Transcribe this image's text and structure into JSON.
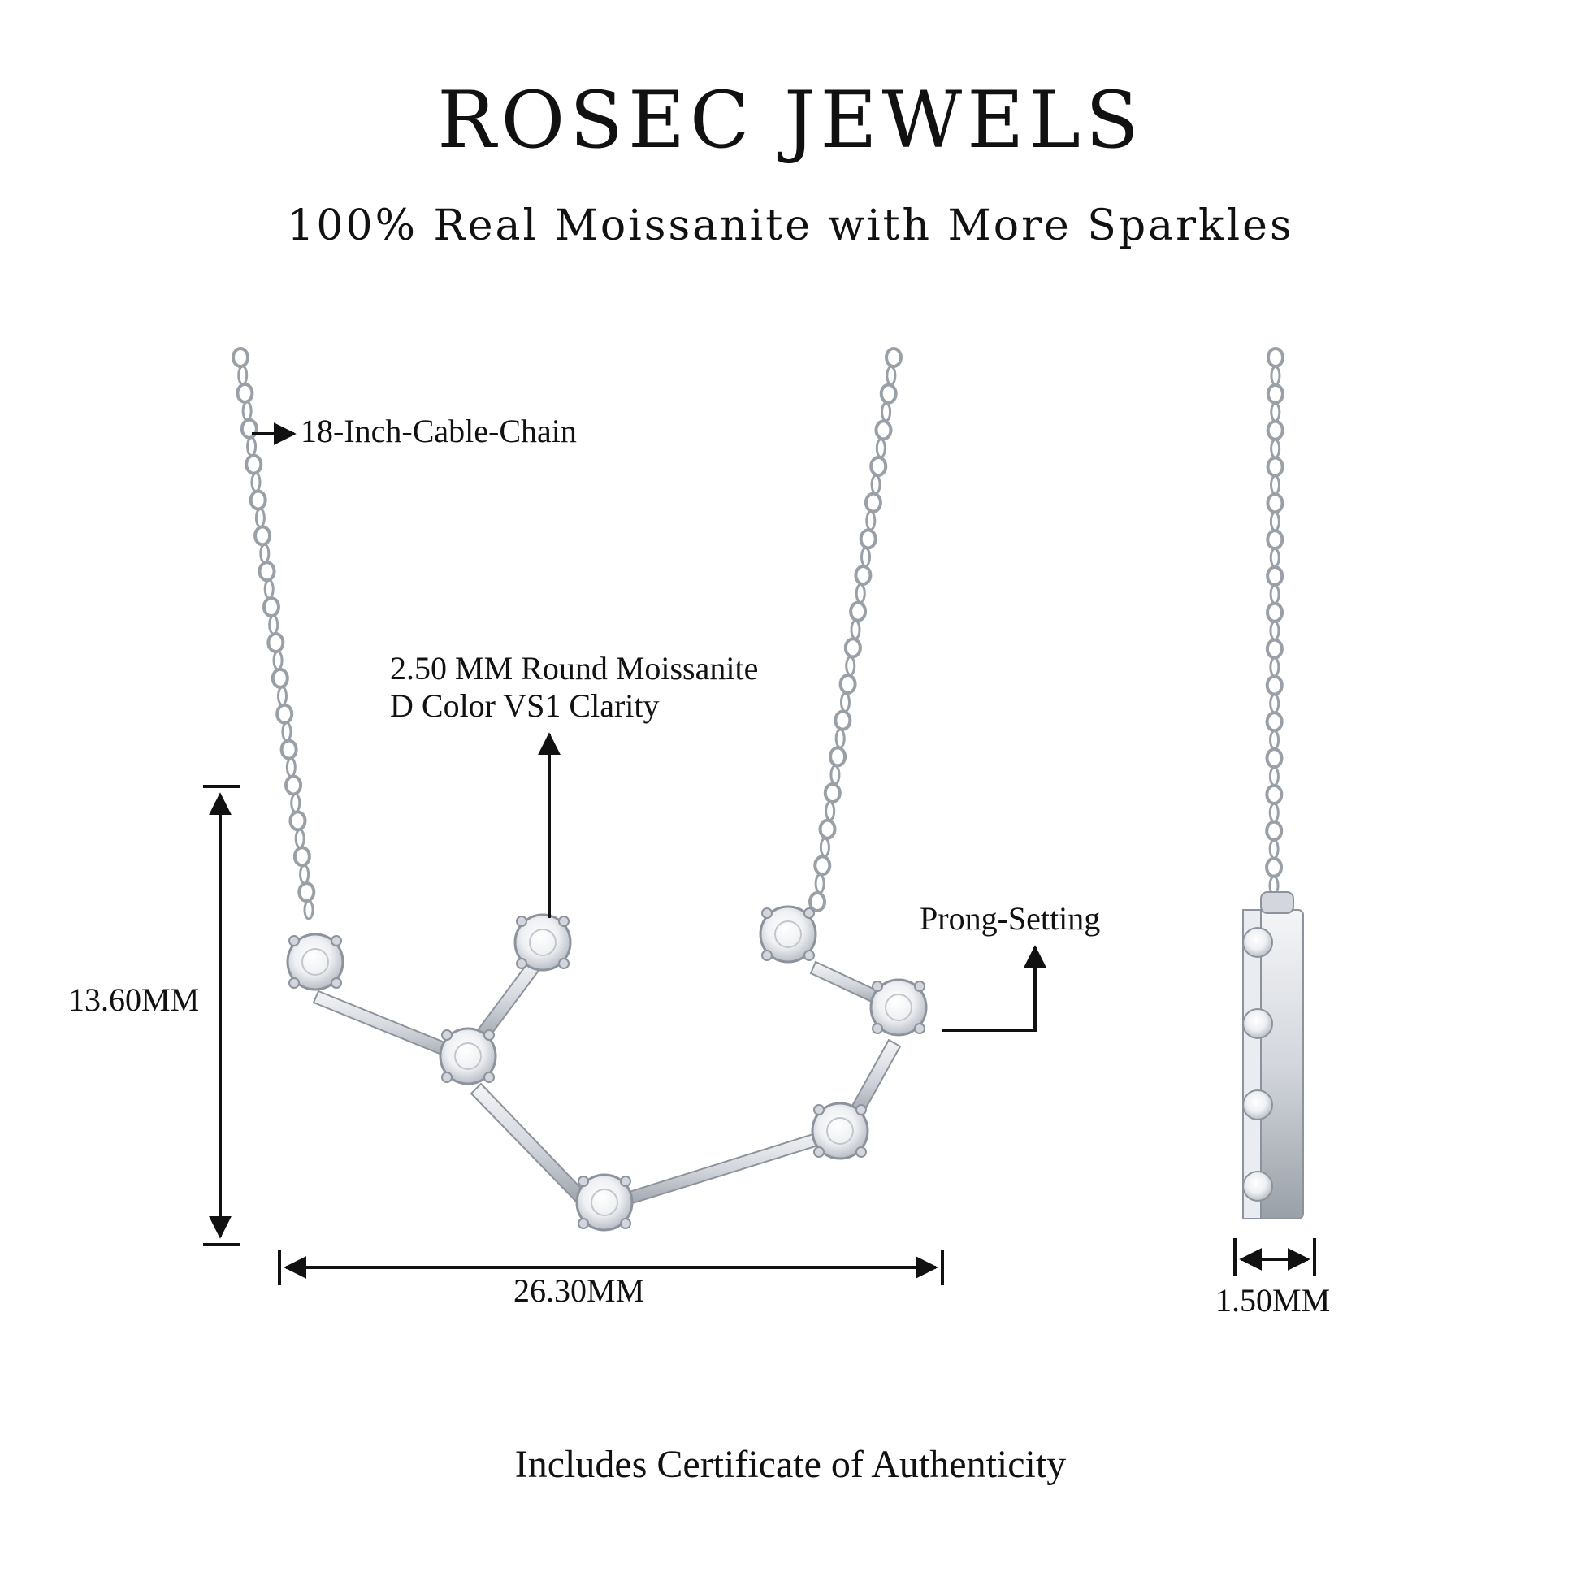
{
  "brand": {
    "name": "ROSEC JEWELS"
  },
  "tagline": "100% Real Moissanite with More Sparkles",
  "annotations": {
    "chain": "18-Inch-Cable-Chain",
    "stone_line1": "2.50 MM Round Moissanite",
    "stone_line2": "D Color VS1 Clarity",
    "setting": "Prong-Setting",
    "height": "13.60MM",
    "width": "26.30MM",
    "thickness": "1.50MM"
  },
  "footer": "Includes Certificate of Authenticity",
  "colors": {
    "metal": "#c9ced6",
    "metal_shadow": "#8c939c",
    "text": "#111111"
  }
}
